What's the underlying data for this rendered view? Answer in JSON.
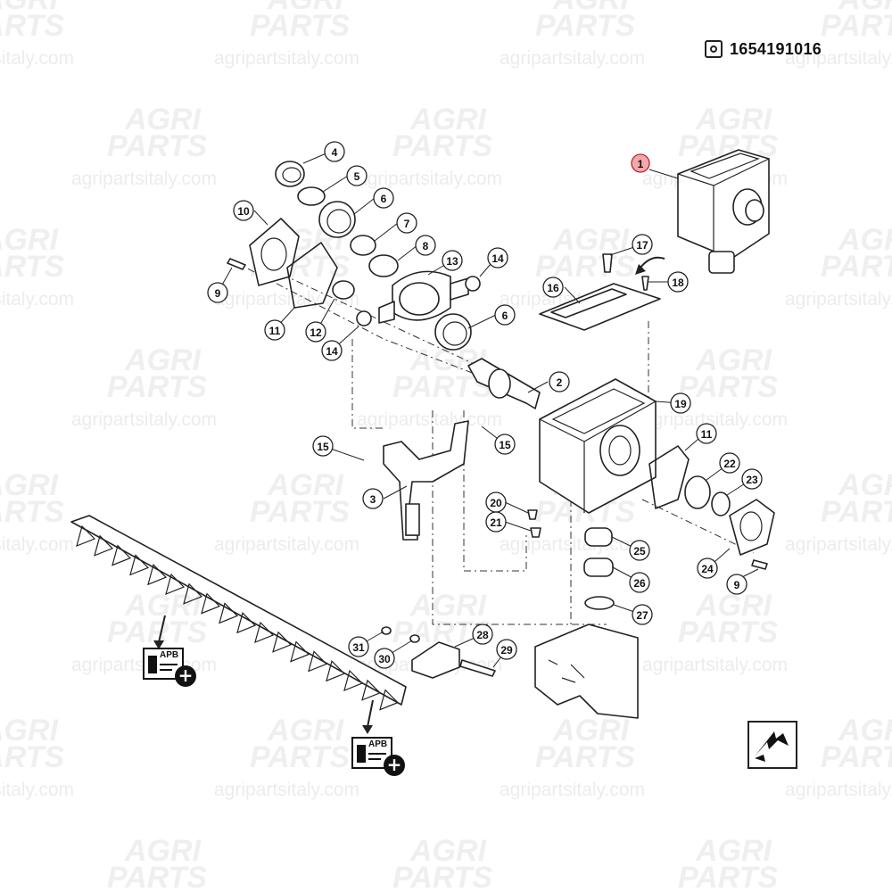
{
  "part_code": "1654191016",
  "watermark": {
    "logo_top": "AGRI",
    "logo_bottom": "PARTS",
    "url": "agripartsitaly.com"
  },
  "apb_label": "APB",
  "highlight_color": "#f4a7ac",
  "icons": {
    "code": "gear-box-icon",
    "add": "plus-circle-icon",
    "nav": "arrow-lightning-icon"
  },
  "callouts": [
    "1",
    "2",
    "3",
    "4",
    "5",
    "6",
    "6",
    "7",
    "8",
    "9",
    "9",
    "10",
    "11",
    "11",
    "12",
    "13",
    "14",
    "14",
    "15",
    "15",
    "16",
    "17",
    "18",
    "19",
    "20",
    "21",
    "22",
    "23",
    "24",
    "25",
    "26",
    "27",
    "28",
    "29",
    "30",
    "31"
  ],
  "selected_part": "1"
}
